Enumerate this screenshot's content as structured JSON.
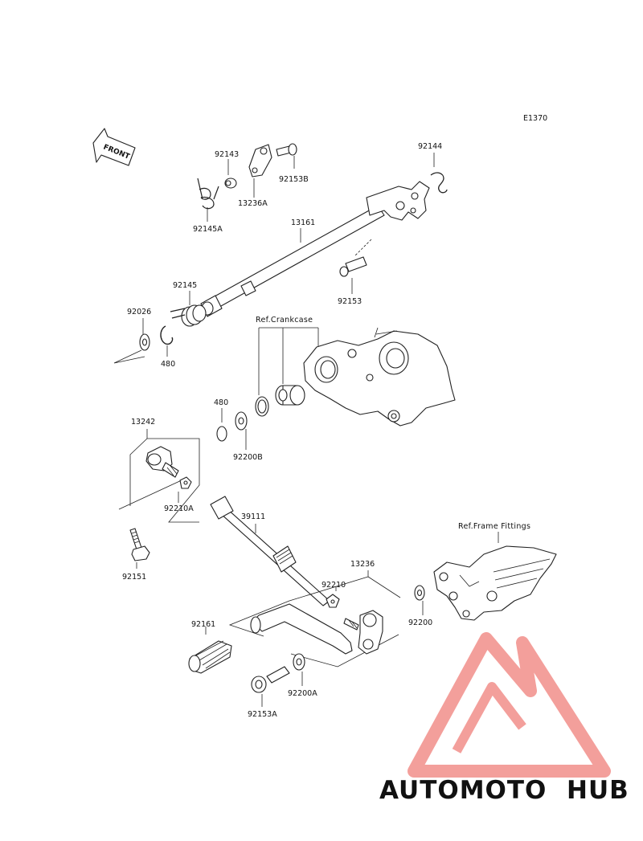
{
  "diagram_code": "E1370",
  "front_label": "FRONT",
  "refs": {
    "crankcase": "Ref.Crankcase",
    "frame_fittings": "Ref.Frame Fittings"
  },
  "parts": {
    "p92143": "92143",
    "p92153B": "92153B",
    "p13236A": "13236A",
    "p92145A": "92145A",
    "p92144": "92144",
    "p13161": "13161",
    "p92153": "92153",
    "p92145": "92145",
    "p92026": "92026",
    "p480a": "480",
    "p480b": "480",
    "p13242": "13242",
    "p92200B": "92200B",
    "p92210A": "92210A",
    "p92151": "92151",
    "p39111": "39111",
    "p13236": "13236",
    "p92210": "92210",
    "p92200": "92200",
    "p92161": "92161",
    "p92200A": "92200A",
    "p92153A": "92153A"
  },
  "watermark": {
    "part1": "AUTOMOTO",
    "part2": "HUB",
    "color_light": "#f7c28a",
    "color_mid": "#f28f8a",
    "color_dark": "#666666"
  }
}
